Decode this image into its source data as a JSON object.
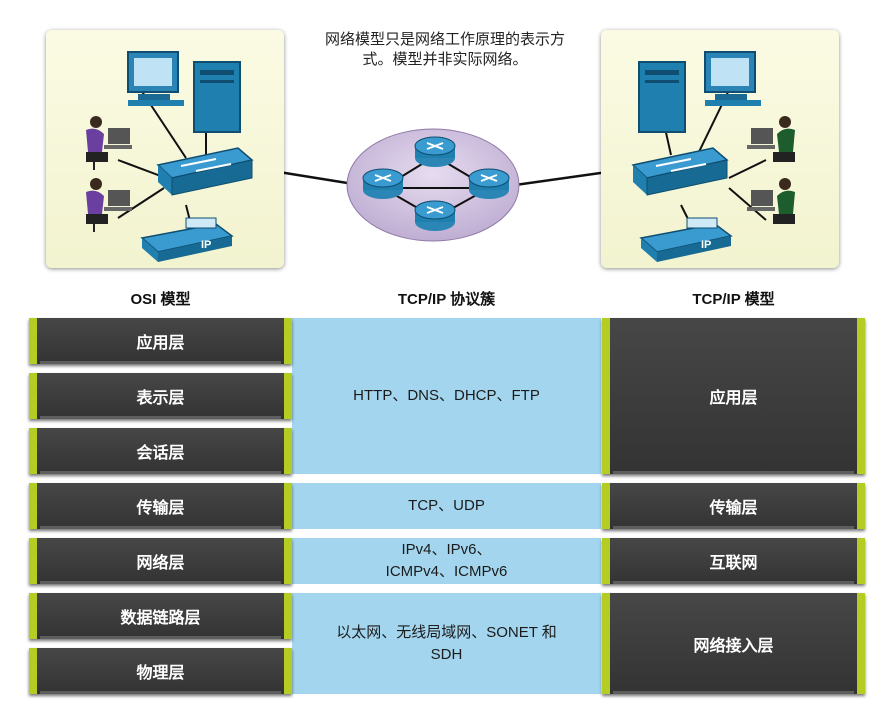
{
  "note": {
    "line1": "网络模型只是网络工作原理的表示方",
    "line2": "式。模型并非实际网络。"
  },
  "headers": {
    "osi": "OSI 模型",
    "suite": "TCP/IP 协议簇",
    "tcpip": "TCP/IP 模型"
  },
  "osi_layers": [
    "应用层",
    "表示层",
    "会话层",
    "传输层",
    "网络层",
    "数据链路层",
    "物理层"
  ],
  "protocols": {
    "application": "HTTP、DNS、DHCP、FTP",
    "transport": "TCP、UDP",
    "internet_line1": "IPv4、IPv6、",
    "internet_line2": "ICMPv4、ICMPv6",
    "network_access_line1": "以太网、无线局域网、SONET 和",
    "network_access_line2": "SDH"
  },
  "tcpip_layers": [
    "应用层",
    "传输层",
    "互联网",
    "网络接入层"
  ],
  "phone_label": "IP",
  "colors": {
    "accent": "#b5cc24",
    "band": "#a3d6ee",
    "layer": "#3c3c3c",
    "device": "#1f7fae"
  }
}
